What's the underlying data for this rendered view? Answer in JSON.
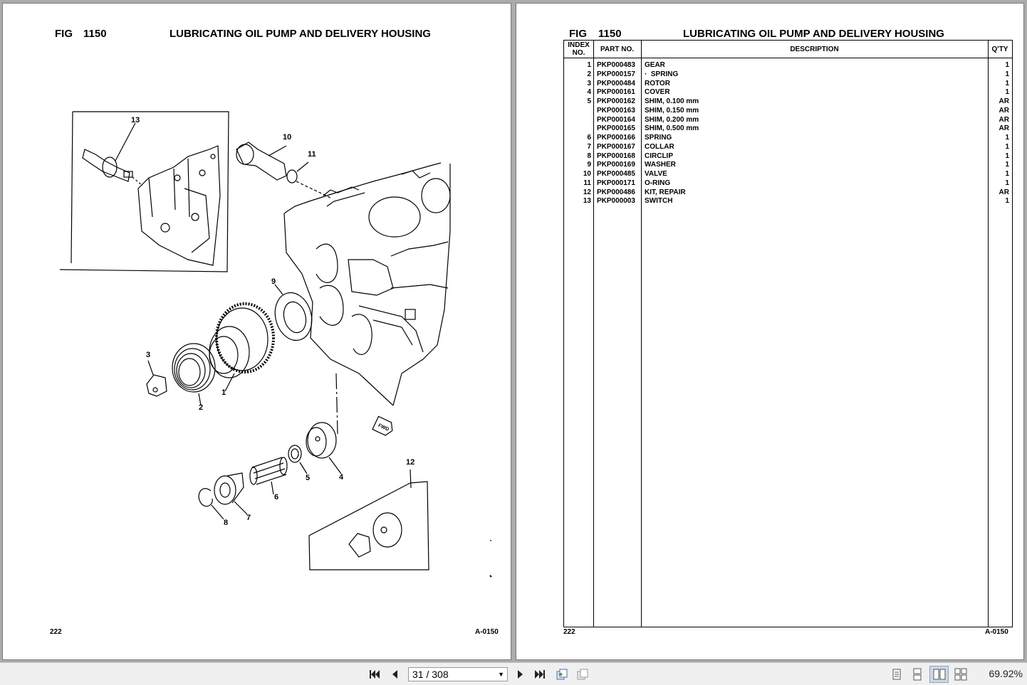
{
  "left_page": {
    "fig_label": "FIG",
    "fig_number": "1150",
    "title": "LUBRICATING OIL PUMP AND DELIVERY HOUSING",
    "page_number": "222",
    "page_code": "A-0150",
    "callouts": [
      "13",
      "10",
      "11",
      "9",
      "3",
      "2",
      "1",
      "12",
      "5",
      "4",
      "6",
      "7",
      "8"
    ],
    "fwd_label": "FWD"
  },
  "right_page": {
    "fig_label": "FIG",
    "fig_number": "1150",
    "title": "LUBRICATING OIL PUMP AND DELIVERY HOUSING",
    "page_number": "222",
    "page_code": "A-0150",
    "table": {
      "headers": {
        "index_line1": "INDEX",
        "index_line2": "NO.",
        "part_no": "PART NO.",
        "description": "DESCRIPTION",
        "qty": "Q'TY"
      },
      "rows": [
        {
          "index": "1",
          "part": "PKP000483",
          "desc": "GEAR",
          "qty": "1"
        },
        {
          "index": "2",
          "part": "PKP000157",
          "desc": "·  SPRING",
          "qty": "1"
        },
        {
          "index": "3",
          "part": "PKP000484",
          "desc": "ROTOR",
          "qty": "1"
        },
        {
          "index": "4",
          "part": "PKP000161",
          "desc": "COVER",
          "qty": "1"
        },
        {
          "index": "5",
          "part": "PKP000162",
          "desc": "SHIM, 0.100 mm",
          "qty": "AR"
        },
        {
          "index": "",
          "part": "PKP000163",
          "desc": "SHIM, 0.150 mm",
          "qty": "AR"
        },
        {
          "index": "",
          "part": "PKP000164",
          "desc": "SHIM, 0.200 mm",
          "qty": "AR"
        },
        {
          "index": "",
          "part": "PKP000165",
          "desc": "SHIM, 0.500 mm",
          "qty": "AR"
        },
        {
          "index": "6",
          "part": "PKP000166",
          "desc": "SPRING",
          "qty": "1"
        },
        {
          "index": "7",
          "part": "PKP000167",
          "desc": "COLLAR",
          "qty": "1"
        },
        {
          "index": "8",
          "part": "PKP000168",
          "desc": "CIRCLIP",
          "qty": "1"
        },
        {
          "index": "9",
          "part": "PKP000169",
          "desc": "WASHER",
          "qty": "1"
        },
        {
          "index": "10",
          "part": "PKP000485",
          "desc": "VALVE",
          "qty": "1"
        },
        {
          "index": "11",
          "part": "PKP000171",
          "desc": "O-RING",
          "qty": "1"
        },
        {
          "index": "12",
          "part": "PKP000486",
          "desc": "KIT, REPAIR",
          "qty": "AR"
        },
        {
          "index": "13",
          "part": "PKP000003",
          "desc": "SWITCH",
          "qty": "1"
        }
      ]
    }
  },
  "toolbar": {
    "page_indicator": "31 / 308",
    "zoom": "69.92%",
    "icons": [
      "first-page-icon",
      "previous-page-icon",
      "next-page-icon",
      "last-page-icon",
      "go-back-icon",
      "go-forward-icon",
      "single-page-view-icon",
      "continuous-view-icon",
      "two-page-view-icon",
      "two-page-continuous-view-icon"
    ]
  }
}
